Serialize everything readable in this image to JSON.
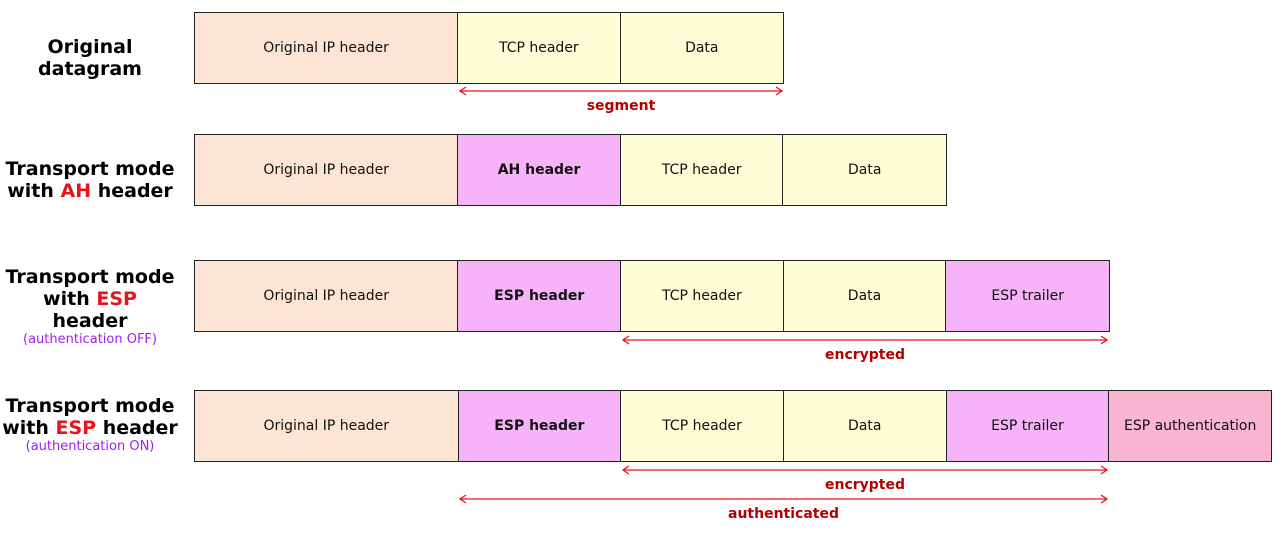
{
  "rows": [
    {
      "label_lines": [
        "Original datagram"
      ],
      "cells": [
        "Original IP header",
        "TCP header",
        "Data"
      ],
      "spans": [
        {
          "label": "segment"
        }
      ]
    },
    {
      "label_line1": "Transport mode",
      "label_pre": "with ",
      "label_hl": "AH",
      "label_post": " header",
      "cells": [
        "Original IP header",
        "AH header",
        "TCP header",
        "Data"
      ]
    },
    {
      "label_line1": "Transport mode",
      "label_pre": "with ",
      "label_hl": "ESP",
      "label_post": " header",
      "label_sub": "(authentication OFF)",
      "cells": [
        "Original IP header",
        "ESP header",
        "TCP header",
        "Data",
        "ESP trailer"
      ],
      "spans": [
        {
          "label": "encrypted"
        }
      ]
    },
    {
      "label_line1": "Transport mode",
      "label_pre": "with ",
      "label_hl": "ESP",
      "label_post": " header",
      "label_sub": "(authentication ON)",
      "cells": [
        "Original IP header",
        "ESP header",
        "TCP header",
        "Data",
        "ESP trailer",
        "ESP authentication"
      ],
      "spans": [
        {
          "label": "encrypted"
        },
        {
          "label": "authenticated"
        }
      ]
    }
  ],
  "colors": {
    "ip_header": "#fce5d4",
    "tcp_data": "#fdfdd6",
    "esp_ah": "#f6b3f7",
    "esp_auth": "#fab5d0",
    "arrow": "#e8141b",
    "highlight": "#e8141b",
    "sub_label": "#a020f0"
  }
}
